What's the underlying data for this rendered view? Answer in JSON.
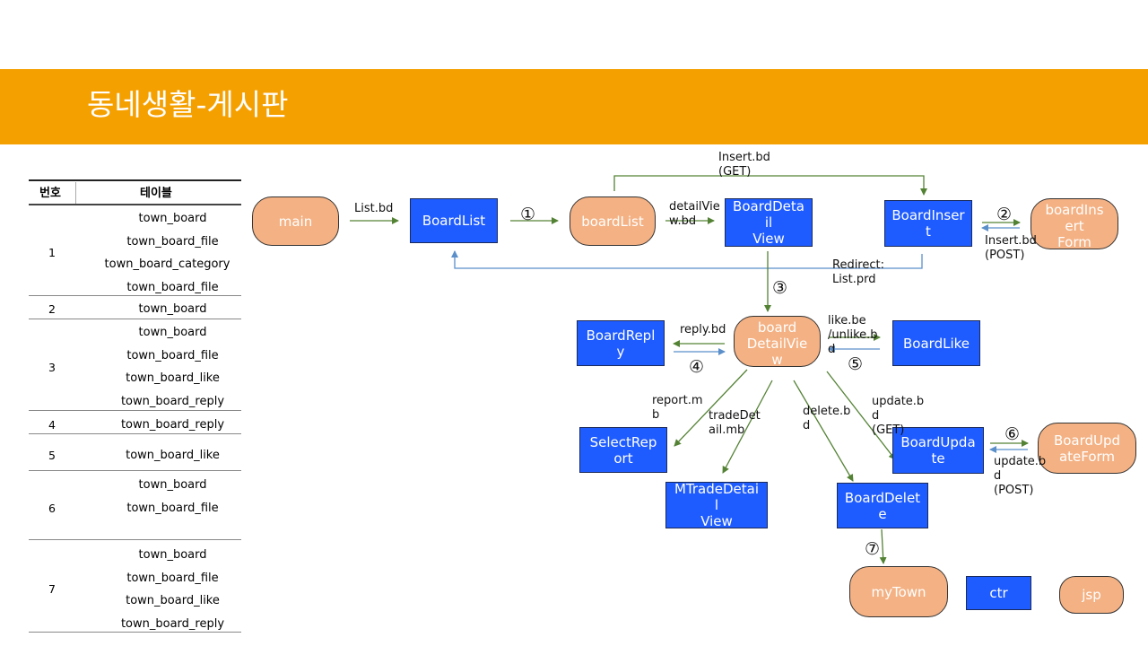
{
  "slide": {
    "title": "동네생활-게시판"
  },
  "table": {
    "headers": [
      "번호",
      "테이블"
    ],
    "groups": [
      {
        "num": "1",
        "items": [
          "town_board",
          "town_board_file",
          "town_board_category",
          "town_board_file"
        ]
      },
      {
        "num": "2",
        "items": [
          "town_board"
        ]
      },
      {
        "num": "3",
        "items": [
          "town_board",
          "town_board_file",
          "town_board_like",
          "town_board_reply"
        ]
      },
      {
        "num": "4",
        "items": [
          "town_board_reply"
        ]
      },
      {
        "num": "5",
        "items": [
          "town_board_like"
        ]
      },
      {
        "num": "6",
        "items": [
          "town_board",
          "town_board_file"
        ]
      },
      {
        "num": "7",
        "items": [
          "town_board",
          "town_board_file",
          "town_board_like",
          "town_board_reply"
        ]
      }
    ]
  },
  "nodes": {
    "main": "main",
    "boardlist_ctr": "BoardList",
    "boardlist_jsp": "boardList",
    "boarddetail_ctr": "BoardDeta\nil\nView",
    "boardinsert_ctr": "BoardInser\nt",
    "boardinsert_jsp": "boardIns\nert\nForm",
    "boarddetail_jsp": "board\nDetailVie\nw",
    "boardreply_ctr": "BoardRepl\ny",
    "boardlike_ctr": "BoardLike",
    "selectreport_ctr": "SelectRep\nort",
    "mtrade_ctr": "MTradeDetai\nl\nView",
    "boarddelete_ctr": "BoardDelet\ne",
    "boardupdate_ctr": "BoardUpda\nte",
    "boardupdate_jsp": "BoardUpd\nateForm",
    "mytown_jsp": "myTown",
    "legend_ctr": "ctr",
    "legend_jsp": "jsp"
  },
  "labels": {
    "list_bd": "List.bd",
    "insert_get": "Insert.bd\n(GET)",
    "detailview": "detailVie\nw.bd",
    "insert_post": "Insert.bd\n(POST)",
    "redirect": "Redirect:\nList.prd",
    "reply": "reply.bd",
    "like": "like.be\n/unlike.b\nd",
    "report": "report.m\nb",
    "tradedetail": "tradeDet\nail.mb",
    "delete": "delete.b\nd",
    "update_get": "update.b\nd\n(GET)",
    "update_post": "update.b\nd\n(POST)"
  },
  "steps": [
    "①",
    "②",
    "③",
    "④",
    "⑤",
    "⑥",
    "⑦"
  ],
  "colors": {
    "banner": "#f5a001",
    "ctr": "#1f5cff",
    "jsp": "#f4b183",
    "arrow_green": "#548235",
    "arrow_blue": "#5b8fc9"
  }
}
